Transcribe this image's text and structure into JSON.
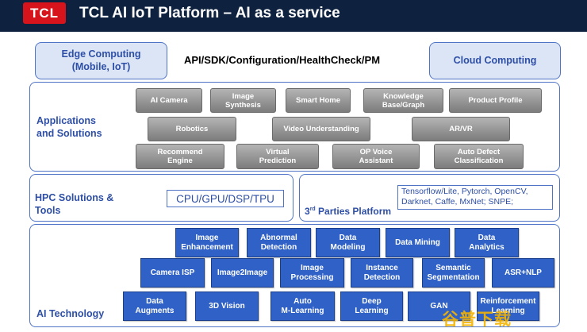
{
  "header": {
    "logo_text": "TCL",
    "title": "TCL AI IoT Platform – AI as a service"
  },
  "top_row": {
    "edge_line1": "Edge Computing",
    "edge_line2": "(Mobile, IoT)",
    "api": "API/SDK/Configuration/HealthCheck/PM",
    "cloud": "Cloud Computing"
  },
  "applications": {
    "label_line1": "Applications",
    "label_line2": "and Solutions",
    "items": [
      {
        "l1": "AI Camera",
        "l2": ""
      },
      {
        "l1": "Image",
        "l2": "Synthesis"
      },
      {
        "l1": "Smart Home",
        "l2": ""
      },
      {
        "l1": "Knowledge",
        "l2": "Base/Graph"
      },
      {
        "l1": "Product Profile",
        "l2": ""
      },
      {
        "l1": "Robotics",
        "l2": ""
      },
      {
        "l1": "Video Understanding",
        "l2": ""
      },
      {
        "l1": "AR/VR",
        "l2": ""
      },
      {
        "l1": "Recommend",
        "l2": "Engine"
      },
      {
        "l1": "Virtual",
        "l2": "Prediction"
      },
      {
        "l1": "OP Voice",
        "l2": "Assistant"
      },
      {
        "l1": "Auto Defect",
        "l2": "Classification"
      }
    ]
  },
  "hpc": {
    "label_line1": "HPC Solutions &",
    "label_line2": "Tools",
    "chip": "CPU/GPU/DSP/TPU"
  },
  "third_party": {
    "label_ord": "3",
    "label_sup": "rd",
    "label_rest": " Parties Platform",
    "line1": "Tensorflow/Lite, Pytorch, OpenCV,",
    "line2": "Darknet, Caffe, MxNet; SNPE;"
  },
  "ai_tech": {
    "label": "AI Technology",
    "items": [
      {
        "l1": "Image",
        "l2": "Enhancement"
      },
      {
        "l1": "Abnormal",
        "l2": "Detection"
      },
      {
        "l1": "Data",
        "l2": "Modeling"
      },
      {
        "l1": "Data Mining",
        "l2": ""
      },
      {
        "l1": "Data",
        "l2": "Analytics"
      },
      {
        "l1": "Camera ISP",
        "l2": ""
      },
      {
        "l1": "Image2Image",
        "l2": ""
      },
      {
        "l1": "Image",
        "l2": "Processing"
      },
      {
        "l1": "Instance",
        "l2": "Detection"
      },
      {
        "l1": "Semantic",
        "l2": "Segmentation"
      },
      {
        "l1": "ASR+NLP",
        "l2": ""
      },
      {
        "l1": "Data",
        "l2": "Augments"
      },
      {
        "l1": "3D Vision",
        "l2": ""
      },
      {
        "l1": "Auto",
        "l2": "M-Learning"
      },
      {
        "l1": "Deep",
        "l2": "Learning"
      },
      {
        "l1": "GAN",
        "l2": ""
      },
      {
        "l1": "Reinforcement",
        "l2": "Learning"
      }
    ]
  },
  "watermark": "谷普下载",
  "colors": {
    "title_bg": "#0e2240",
    "logo_red": "#d7141b",
    "frame_blue": "#4f74c6",
    "tech_blue": "#2f61c7",
    "label_blue": "#2e4fa6",
    "grey_button": "#8c8c8c"
  }
}
